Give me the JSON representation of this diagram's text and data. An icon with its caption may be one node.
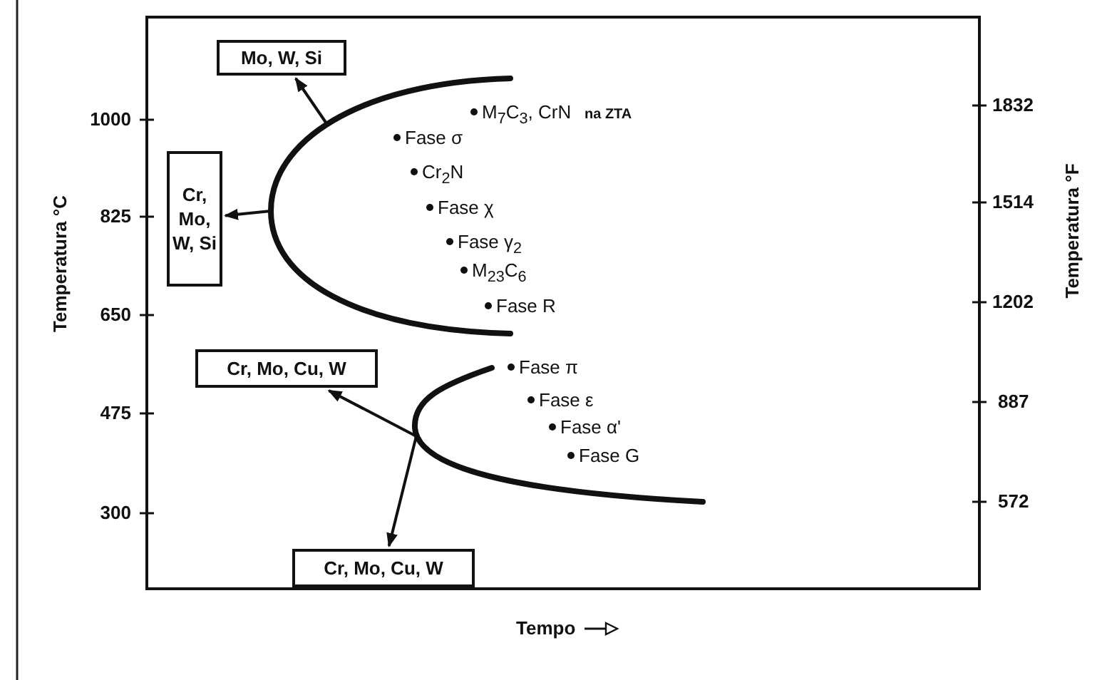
{
  "diagram": {
    "nodes": [
      {
        "text": [
          "Mo, W, Si"
        ]
      },
      {
        "text": [
          "Cr, Mo, W, Si"
        ]
      },
      {
        "text": [
          "Cr, Mo, Cu, W"
        ]
      },
      {
        "text": [
          "Cr, Mo, Cu, W"
        ]
      },
      {
        "text": [],
        "shape": "curve"
      },
      {
        "text": [],
        "shape": "curve"
      }
    ],
    "edges": [
      {
        "from": 4,
        "to": 0,
        "arrow": "to"
      },
      {
        "from": 4,
        "to": 1,
        "arrow": "to"
      },
      {
        "from": 5,
        "to": 2,
        "arrow": "to"
      },
      {
        "from": 5,
        "to": 3,
        "arrow": "to"
      }
    ],
    "labels": [
      "1000",
      "825",
      "650",
      "475",
      "300",
      "Temperatura °C",
      "1832",
      "1514",
      "1202",
      "887",
      "572",
      "Temperatura °F",
      "M$_{7}$C$_{3}$, CrN",
      "na ZTA",
      "Fase σ",
      "Cr$_{2}$N",
      "Fase χ",
      "Fase γ$_{2}$",
      "M$_{23}$C$_{6}$",
      "Fase R",
      "Fase π",
      "Fase ε",
      "Fase α'",
      "Fase G",
      "Tempo"
    ]
  }
}
